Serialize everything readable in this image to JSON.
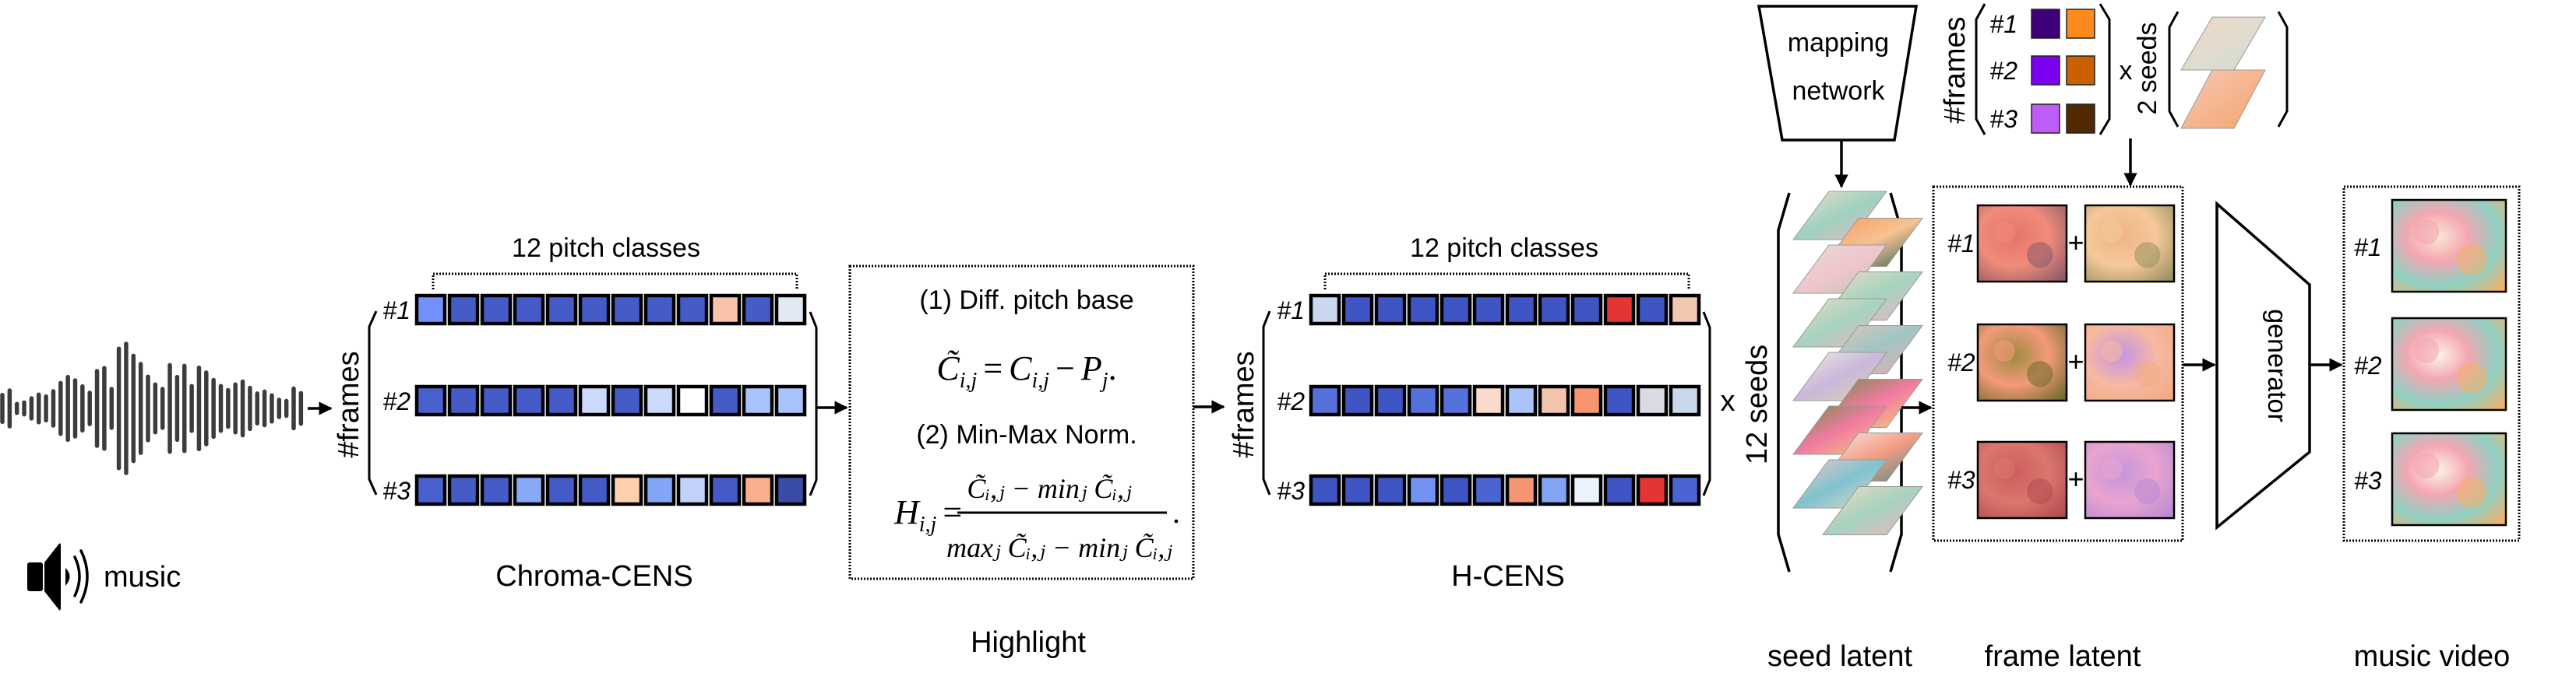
{
  "music": {
    "label": "music",
    "waveform_levels": [
      0.36,
      0.48,
      0.12,
      0.16,
      0.27,
      0.37,
      0.32,
      0.46,
      0.68,
      0.84,
      0.75,
      0.59,
      0.42,
      1.0,
      1.08,
      0.52,
      1.6,
      1.73,
      1.41,
      1.19,
      0.85,
      0.64,
      0.52,
      1.16,
      0.84,
      1.14,
      0.6,
      1.09,
      0.96,
      0.76,
      0.6,
      0.49,
      0.64,
      0.72,
      0.55,
      0.4,
      0.45,
      0.35,
      0.23,
      0.2,
      0.53,
      0.41
    ]
  },
  "chroma_cens": {
    "title": "Chroma-CENS",
    "axis_label": "12 pitch classes",
    "frames_label": "#frames",
    "rows": [
      {
        "label": "#1",
        "colors": [
          "#7391fa",
          "#445bc8",
          "#445bc8",
          "#445bc8",
          "#445bc8",
          "#445bc8",
          "#445bc8",
          "#445bc8",
          "#445bc8",
          "#f8c2ab",
          "#445bc8",
          "#e2e8f4"
        ]
      },
      {
        "label": "#2",
        "colors": [
          "#4961cf",
          "#445bc8",
          "#445bc8",
          "#445bc8",
          "#445bc8",
          "#cbd9fb",
          "#445bc8",
          "#cbd9fb",
          "#ffffff",
          "#445bc8",
          "#a9c4fb",
          "#a9c4fb"
        ]
      },
      {
        "label": "#3",
        "colors": [
          "#4961cf",
          "#445bc8",
          "#445bc8",
          "#88a8f8",
          "#445bc8",
          "#445bc8",
          "#fdd0ae",
          "#82a5f6",
          "#c2d2fb",
          "#445bc8",
          "#f9ae8e",
          "#3a4ba8"
        ]
      }
    ]
  },
  "highlight": {
    "title": "Highlight",
    "step1": "(1) Diff. pitch base",
    "step2": "(2) Min-Max Norm.",
    "eq1": {
      "lhs": "C̃",
      "sub": "i,j",
      "eq": "=",
      "rhs": "C",
      "rhs_sub": "i,j",
      "minus": "−",
      "p": "P",
      "p_sub": "j",
      "end": "."
    },
    "eq2": {
      "lhs": "H",
      "sub": "i,j",
      "eq": "=",
      "num": "C̃ᵢ,ⱼ − minⱼ C̃ᵢ,ⱼ",
      "den": "maxⱼ C̃ᵢ,ⱼ − minⱼ C̃ᵢ,ⱼ",
      "end": "."
    }
  },
  "h_cens": {
    "title": "H-CENS",
    "axis_label": "12 pitch classes",
    "frames_label": "#frames",
    "multiplier": "x",
    "seeds_label": "12 seeds",
    "rows": [
      {
        "label": "#1",
        "colors": [
          "#c9d8f0",
          "#3f55c4",
          "#3f55c4",
          "#3f55c4",
          "#3f55c4",
          "#3f55c4",
          "#3f55c4",
          "#3f55c4",
          "#3f55c4",
          "#e43434",
          "#3f55c4",
          "#f2c7b0"
        ]
      },
      {
        "label": "#2",
        "colors": [
          "#5570da",
          "#3f55c4",
          "#3f55c4",
          "#5570da",
          "#5570da",
          "#fadaca",
          "#aac3fa",
          "#f2c4ae",
          "#f6956f",
          "#3f55c4",
          "#d9dce3",
          "#c9d8ec"
        ]
      },
      {
        "label": "#3",
        "colors": [
          "#3f55c4",
          "#3f55c4",
          "#3f55c4",
          "#7393f2",
          "#3f55c4",
          "#4a65d2",
          "#f6956f",
          "#82a4f4",
          "#edf3fe",
          "#3f55c4",
          "#e43434",
          "#4a65d2"
        ]
      }
    ]
  },
  "mapping_network": {
    "line1": "mapping",
    "line2": "network"
  },
  "palette": {
    "frames_label": "#frames",
    "multiplier": "x",
    "seeds_label": "2 seeds",
    "rows": [
      {
        "label": "#1",
        "colors": [
          "#3e0076",
          "#fd8a1c"
        ]
      },
      {
        "label": "#2",
        "colors": [
          "#7b00ef",
          "#ca6000"
        ]
      },
      {
        "label": "#3",
        "colors": [
          "#bd5cf6",
          "#522800"
        ]
      }
    ],
    "seed_image_tints": [
      [
        "#f3d6c8",
        "#cfe0d4"
      ],
      [
        "#f7c9b4",
        "#f4a36c"
      ]
    ]
  },
  "seed_latent": {
    "title": "seed latent",
    "count": 12,
    "tints": [
      [
        "#efe0c8",
        "#9fd1c0",
        "#f0b7c2"
      ],
      [
        "#f49a5e",
        "#f7c291",
        "#2f5f57"
      ],
      [
        "#e5dcdc",
        "#f0c6cc",
        "#b8c7b6"
      ],
      [
        "#eedcc4",
        "#a6d3bf",
        "#f1b4c3"
      ],
      [
        "#eedcc4",
        "#a6d3bf",
        "#f1b4c3"
      ],
      [
        "#e4c8b4",
        "#9fc6c4",
        "#f2a9b1"
      ],
      [
        "#f3ede2",
        "#c9b7db",
        "#e5d8a9"
      ],
      [
        "#6b8f44",
        "#f27ba0",
        "#f3d37b"
      ],
      [
        "#6b8f44",
        "#f27ba0",
        "#f3d37b"
      ],
      [
        "#f7ece8",
        "#f39d83",
        "#4d8b84"
      ],
      [
        "#f0c7c7",
        "#7fc3cf",
        "#f3d9c6"
      ],
      [
        "#eedcc4",
        "#a6d3bf",
        "#f1b4c3"
      ]
    ]
  },
  "frame_latent": {
    "title": "frame latent",
    "plus": "+",
    "rows": [
      {
        "label": "#1",
        "left": [
          "#e77469",
          "#f08b7a",
          "#8a5a6a"
        ],
        "right": [
          "#eeb488",
          "#f5c89a",
          "#97905f"
        ]
      },
      {
        "label": "#2",
        "left": [
          "#9c8a3d",
          "#f39a7a",
          "#6f6a2c"
        ],
        "right": [
          "#c293e6",
          "#f6b9a2",
          "#f3a984"
        ]
      },
      {
        "label": "#3",
        "left": [
          "#cf5c5c",
          "#d9776e",
          "#b04b4f"
        ],
        "right": [
          "#c495dc",
          "#e9a4cf",
          "#b989d6"
        ]
      }
    ]
  },
  "generator": {
    "label": "generator"
  },
  "music_video": {
    "title": "music video",
    "rows": [
      {
        "label": "#1",
        "tints": [
          "#fbe8d4",
          "#f4a7b3",
          "#8fd0c2",
          "#f5b06a"
        ]
      },
      {
        "label": "#2",
        "tints": [
          "#fdf7e6",
          "#f4a7b3",
          "#8fd0c2",
          "#f5b06a"
        ]
      },
      {
        "label": "#3",
        "tints": [
          "#fdf6e3",
          "#f4a7b3",
          "#8fd0c2",
          "#f5b06a"
        ]
      }
    ]
  }
}
